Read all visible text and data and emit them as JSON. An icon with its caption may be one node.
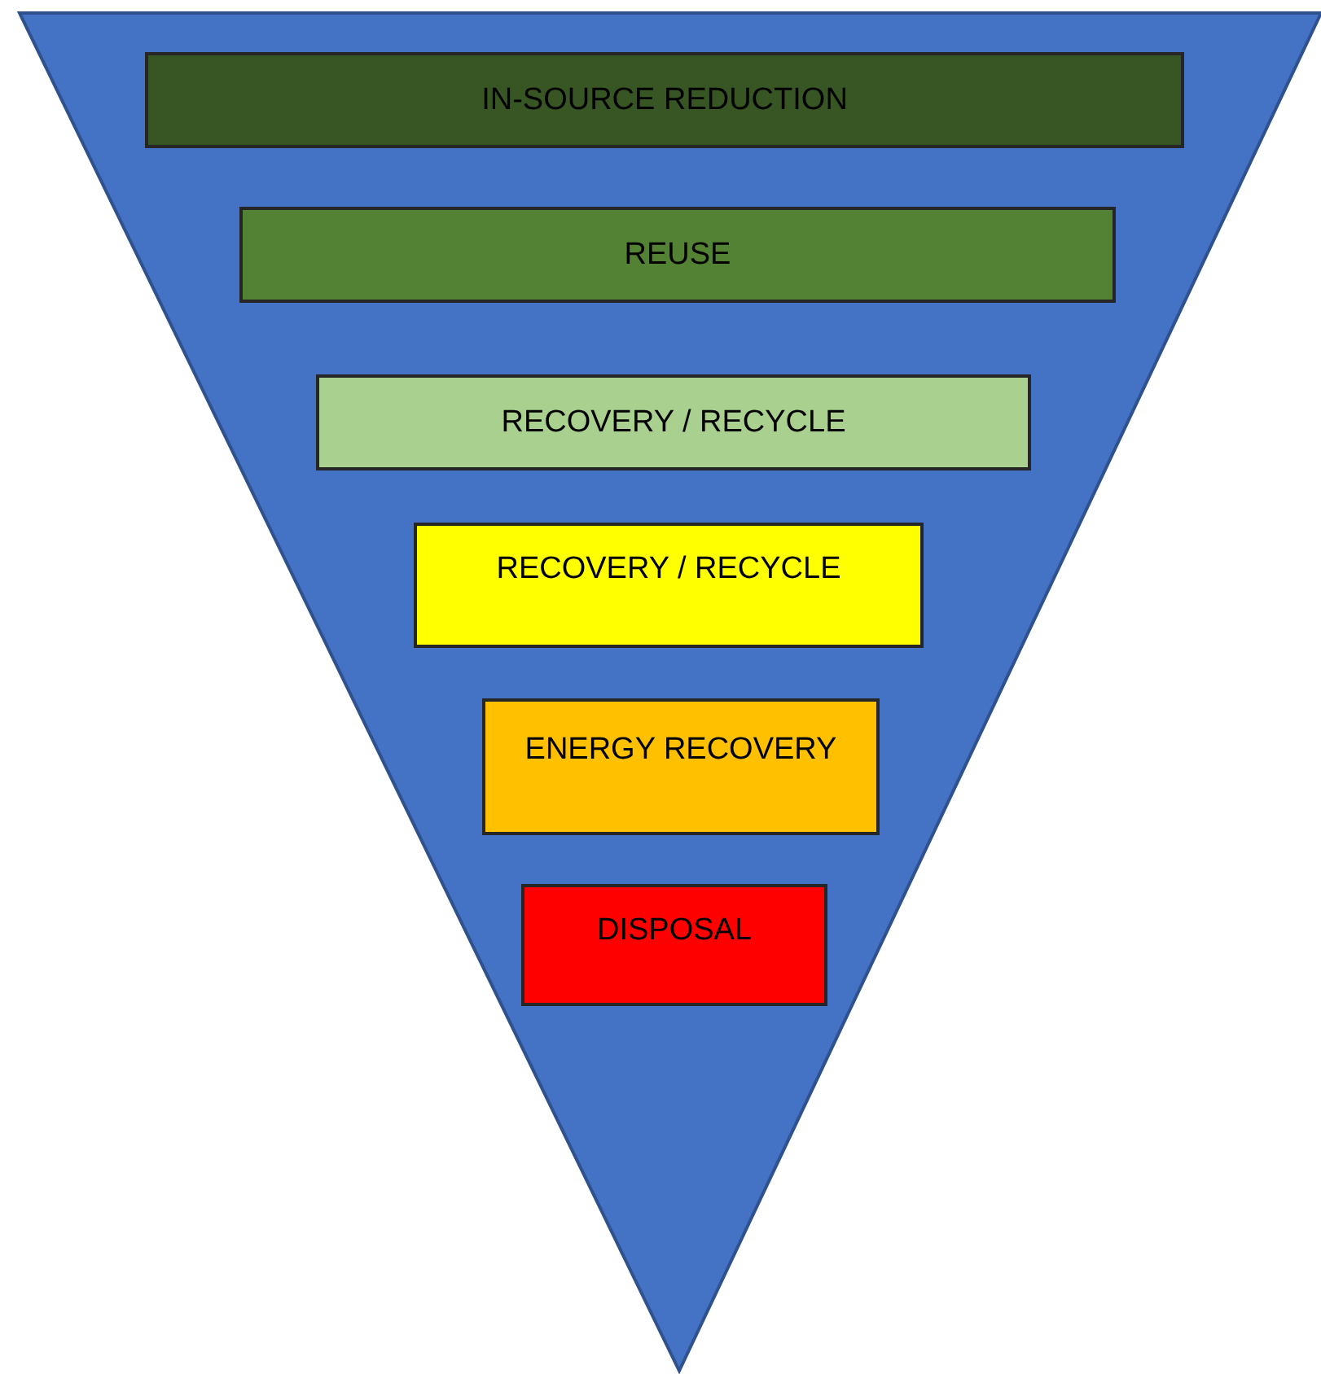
{
  "diagram": {
    "nodes": [
      {
        "text": [],
        "shape": "triangle"
      },
      {
        "text": [
          "IN-SOURCE REDUCTION"
        ],
        "in": 0
      },
      {
        "text": [
          "REUSE"
        ],
        "in": 0
      },
      {
        "text": [
          "RECOVERY / RECYCLE"
        ],
        "in": 0
      },
      {
        "text": [
          "RECOVERY / RECYCLE"
        ],
        "in": 0
      },
      {
        "text": [
          "ENERGY RECOVERY"
        ],
        "in": 0
      },
      {
        "text": [
          "DISPOSAL"
        ],
        "in": 0
      }
    ]
  }
}
